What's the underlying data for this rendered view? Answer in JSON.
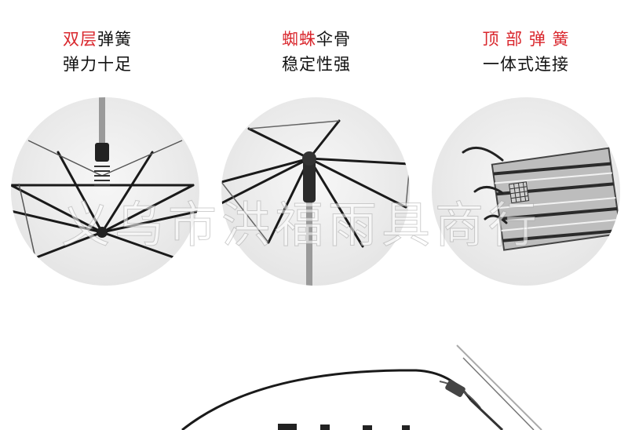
{
  "features": [
    {
      "line1_red": "双层",
      "line1_rest": "弹簧",
      "line2": "弹力十足"
    },
    {
      "line1_red": "蜘蛛",
      "line1_rest": "伞骨",
      "line2": "稳定性强"
    },
    {
      "line1_red": "顶 部 弹 簧",
      "line1_rest": "",
      "line2": "一体式连接"
    }
  ],
  "watermark": "义乌市洪福雨具商行",
  "colors": {
    "accent_red": "#d9262c",
    "text": "#111111",
    "frame": "#1a1a1a"
  }
}
